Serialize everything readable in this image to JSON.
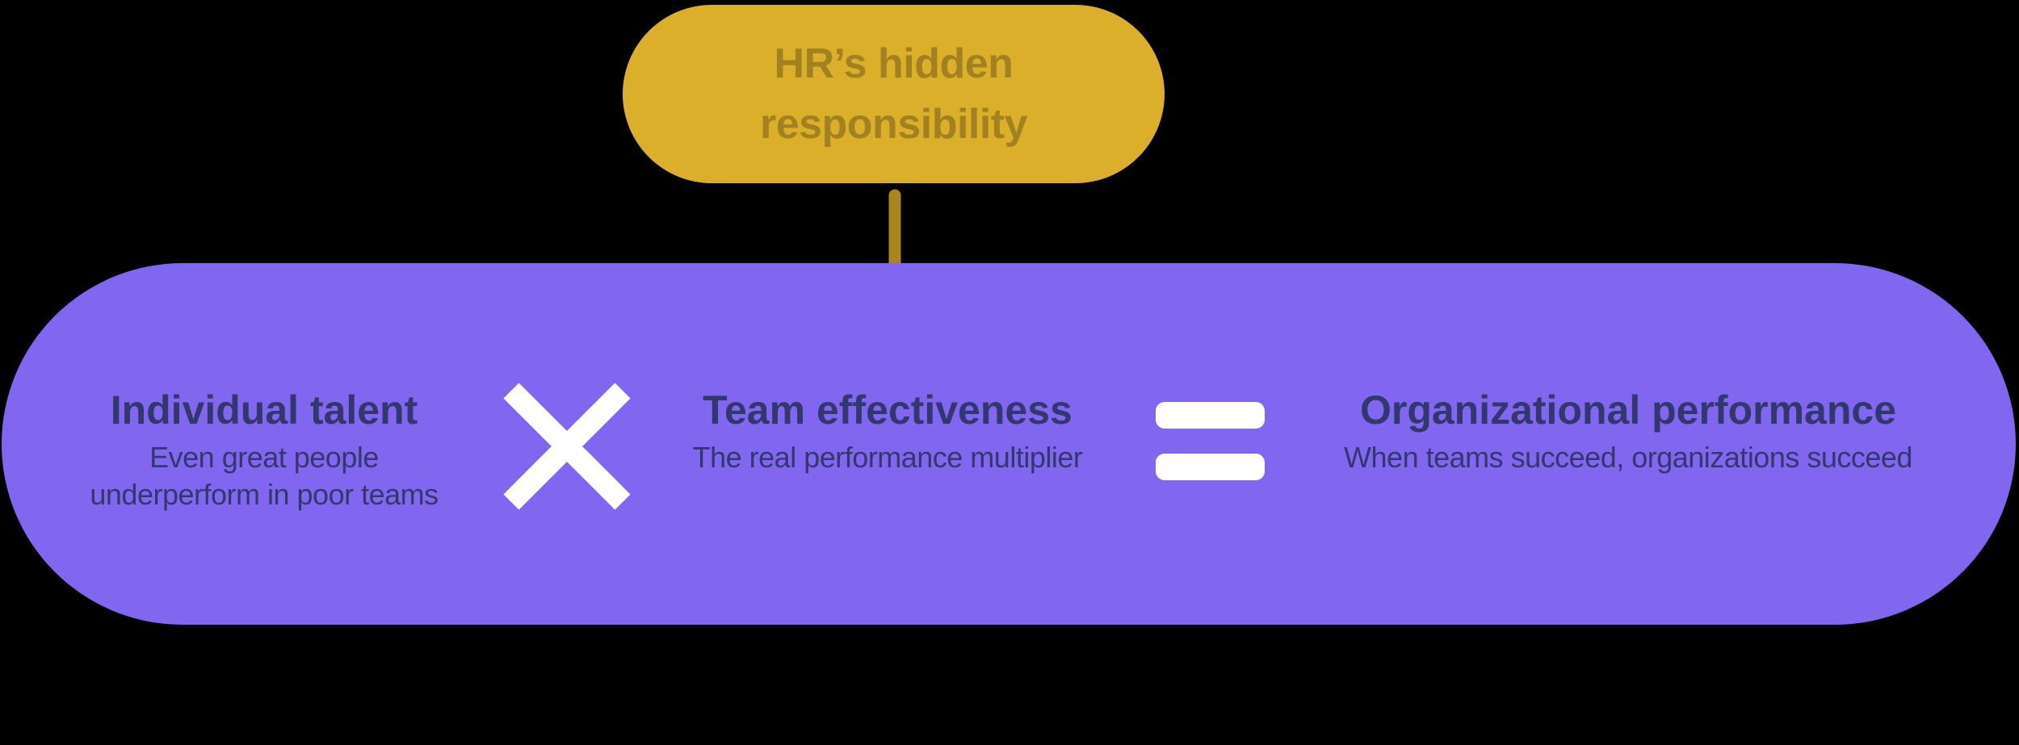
{
  "colors": {
    "background": "#000000",
    "pill_fill": "#DCAF2B",
    "pill_text": "#A28220",
    "arrow": "#A8861D",
    "band_fill": "#8167EF",
    "text_dark": "#32386F",
    "operator_white": "#FFFFFF"
  },
  "pill": {
    "line1": "HR’s hidden",
    "line2": "responsibility"
  },
  "equation": {
    "terms": [
      {
        "title": "Individual talent",
        "subtitle_lines": [
          "Even great people",
          "underperform in poor teams"
        ]
      },
      {
        "title": "Team effectiveness",
        "subtitle_lines": [
          "The real performance multiplier"
        ]
      },
      {
        "title": "Organizational performance",
        "subtitle_lines": [
          "When teams succeed, organizations succeed"
        ]
      }
    ],
    "operators": [
      {
        "name": "multiply",
        "glyph": "×"
      },
      {
        "name": "equals",
        "glyph": "="
      }
    ]
  }
}
